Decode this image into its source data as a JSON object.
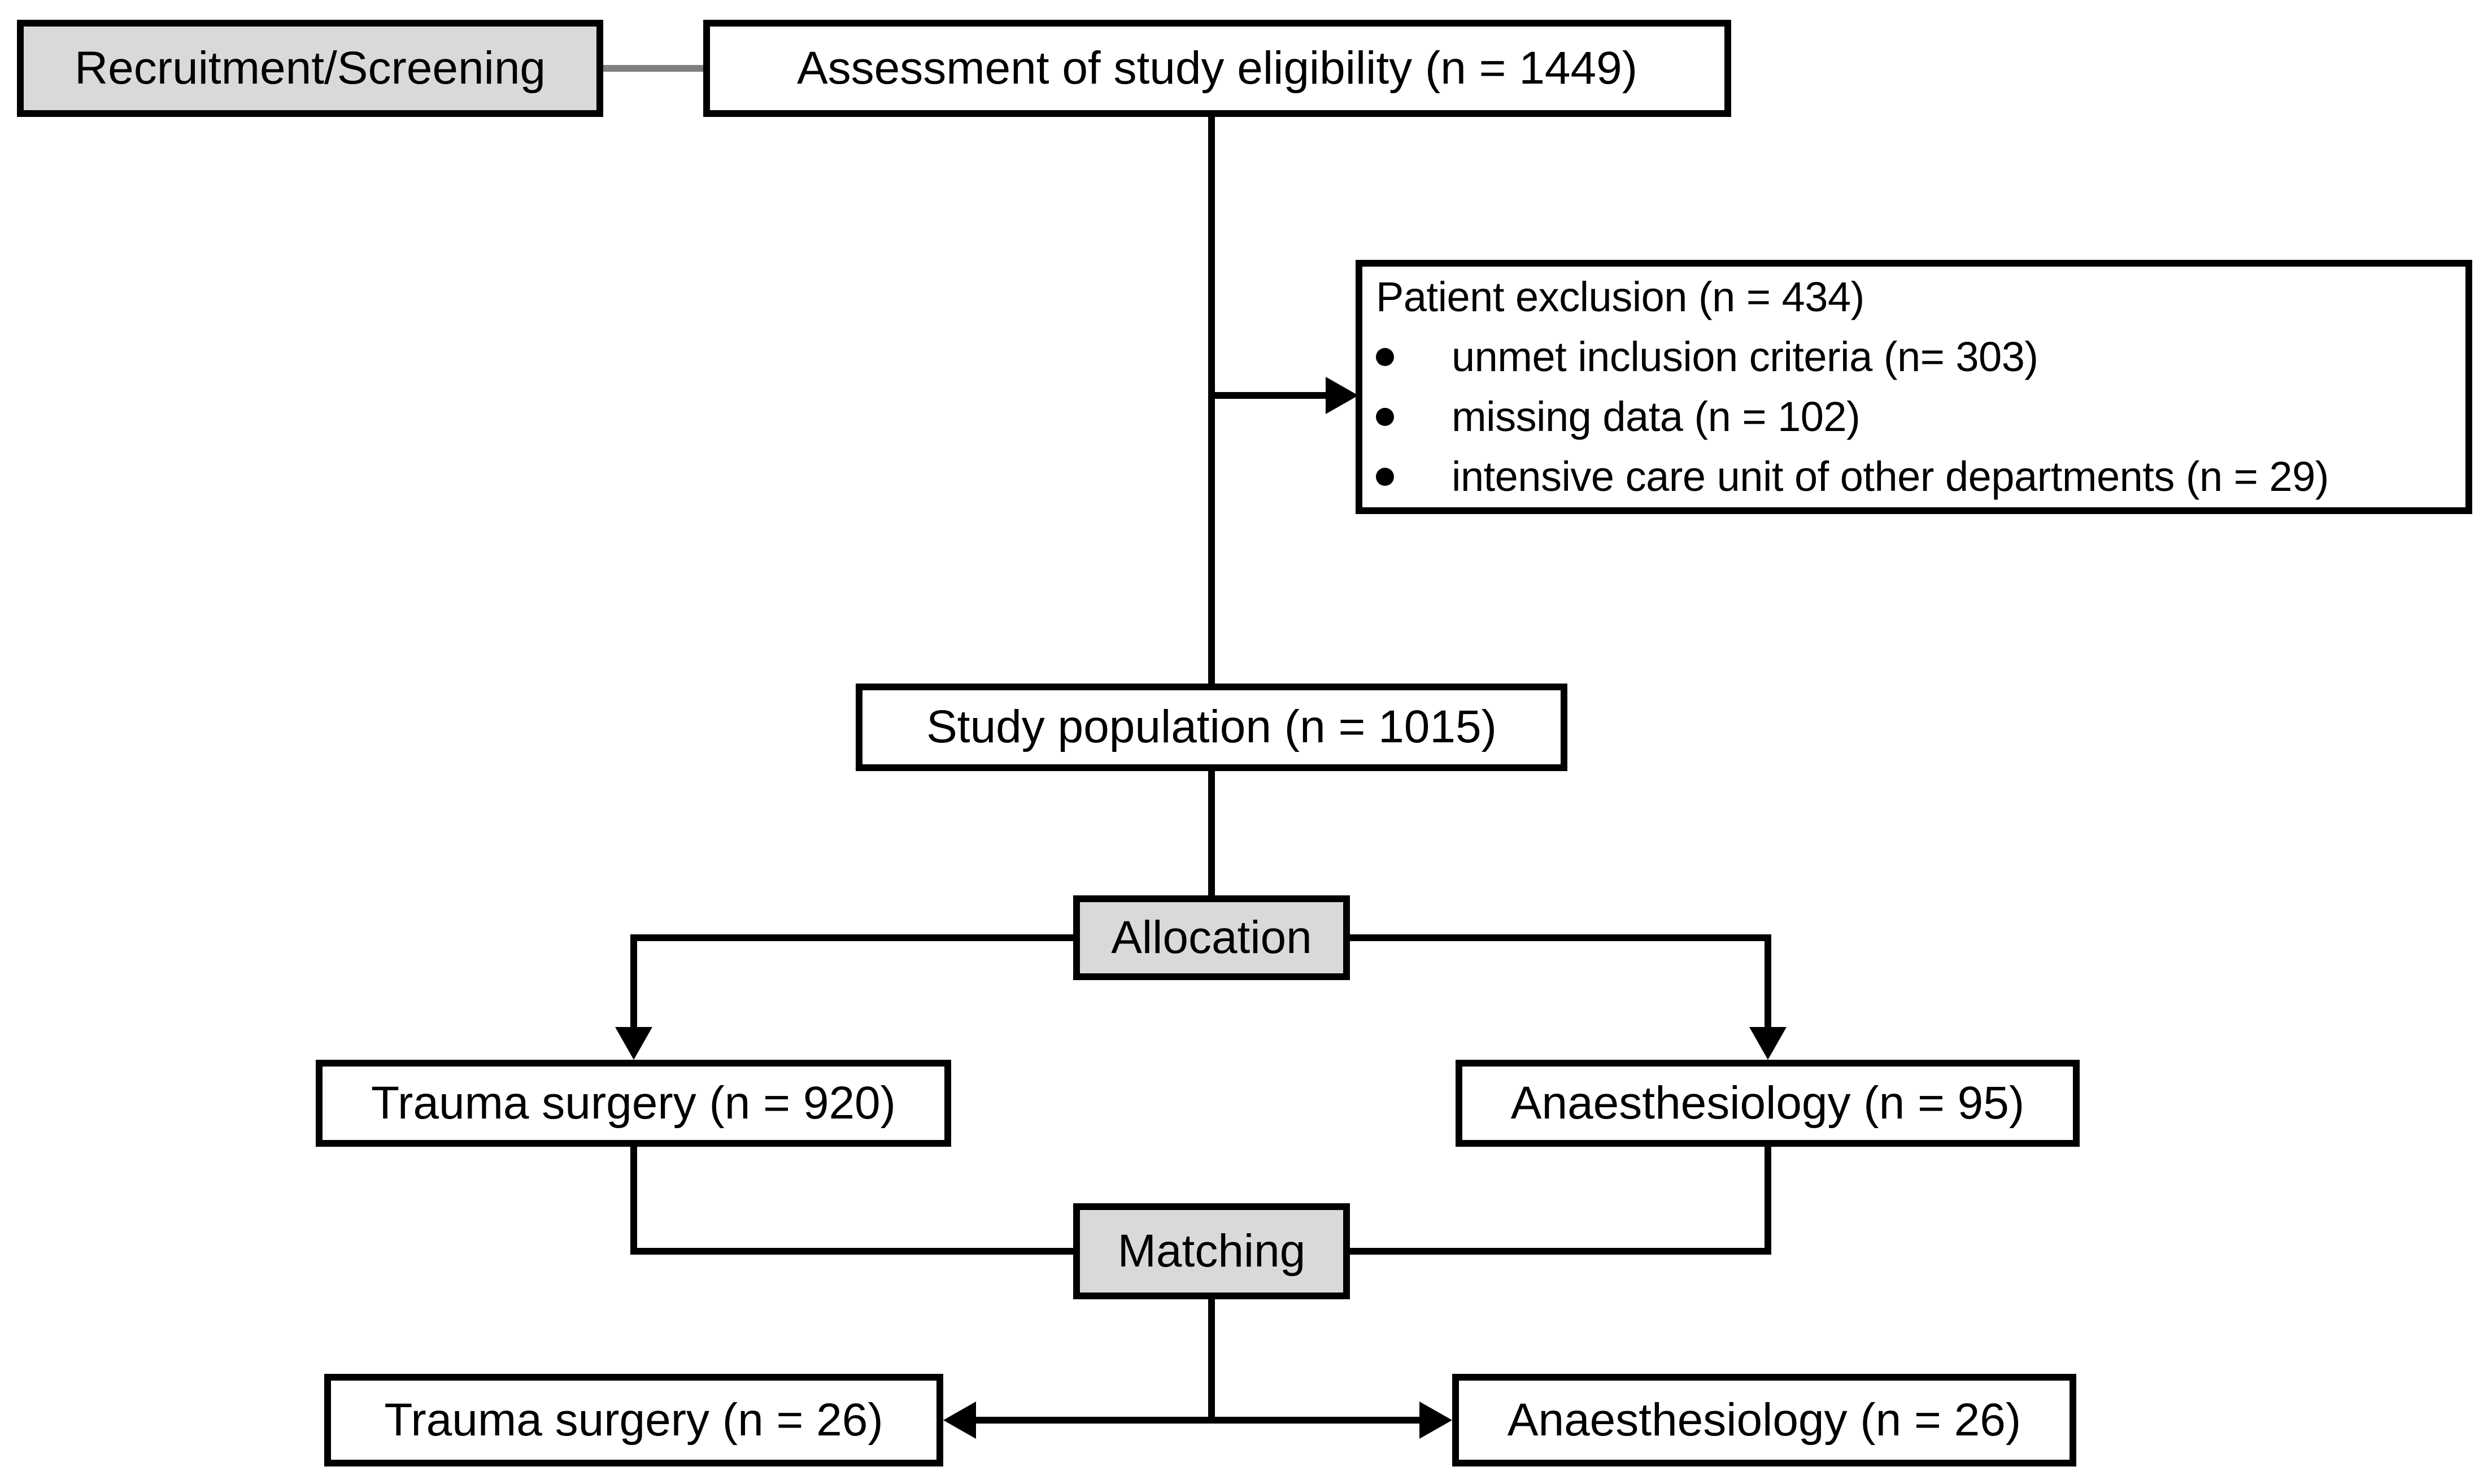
{
  "figure": {
    "type": "study-flow-diagram"
  },
  "boxes": {
    "recruitment": {
      "label": "Recruitment/Screening"
    },
    "assessment": {
      "label": "Assessment of study eligibility (n = 1449)"
    },
    "exclusion": {
      "title": "Patient exclusion (n = 434)",
      "items": [
        "unmet inclusion criteria (n= 303)",
        "missing data (n = 102)",
        "intensive care unit of other departments (n = 29)"
      ]
    },
    "study_population": {
      "label": "Study population (n = 1015)"
    },
    "allocation": {
      "label": "Allocation"
    },
    "trauma_allocated": {
      "label": "Trauma surgery (n = 920)"
    },
    "anaesthesiology_allocated": {
      "label": "Anaesthesiology (n = 95)"
    },
    "matching": {
      "label": "Matching"
    },
    "trauma_matched": {
      "label": "Trauma surgery (n = 26)"
    },
    "anaesthesiology_matched": {
      "label": "Anaesthesiology (n = 26)"
    }
  },
  "colors": {
    "stage_box_fill": "#d9d9d9",
    "process_box_fill": "#ffffff",
    "box_border": "#000000",
    "line_color": "#000000",
    "gray_connector": "#808080",
    "background": "#ffffff",
    "text_color": "#000000"
  }
}
